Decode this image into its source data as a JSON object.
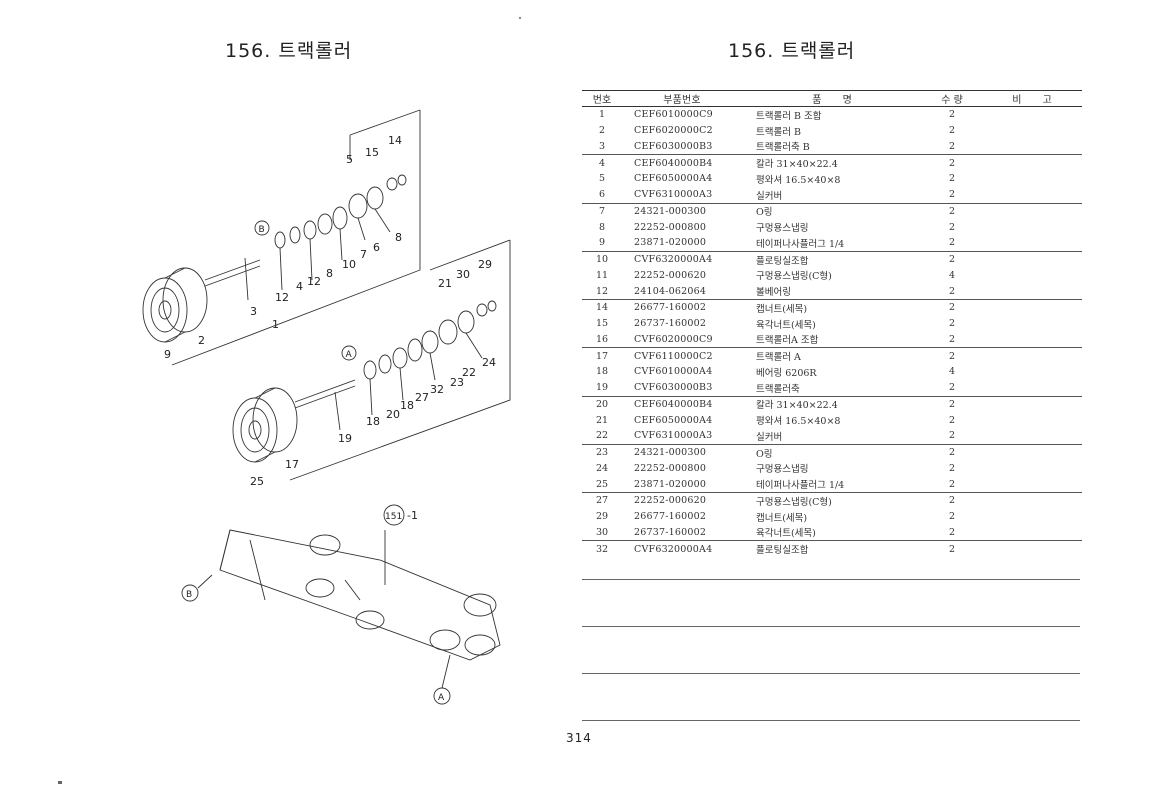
{
  "titles": {
    "left": "156. 트랙롤러",
    "right": "156. 트랙롤러"
  },
  "page_number": "314",
  "diagram": {
    "callouts_upper": [
      "14",
      "15",
      "5",
      "8",
      "6",
      "7",
      "10",
      "8",
      "12",
      "4",
      "12",
      "3",
      "1",
      "2",
      "9"
    ],
    "callouts_lower": [
      "29",
      "30",
      "21",
      "24",
      "22",
      "23",
      "32",
      "27",
      "18",
      "20",
      "18",
      "19",
      "17",
      "25"
    ],
    "circle_b": "B",
    "circle_a": "A",
    "ref_circle": "151",
    "ref_suffix": "-1",
    "frame_b": "B",
    "frame_a": "A"
  },
  "table": {
    "headers": {
      "no": "번호",
      "part_no": "부품번호",
      "name": "품 명",
      "qty": "수 량",
      "note": "비 고"
    },
    "rows": [
      {
        "no": "1",
        "part_no": "CEF6010000C9",
        "name": "트랙롤러 B 조합",
        "qty": "2"
      },
      {
        "no": "2",
        "part_no": "CEF6020000C2",
        "name": "트랙롤러 B",
        "qty": "2"
      },
      {
        "no": "3",
        "part_no": "CEF6030000B3",
        "name": "트랙롤러축 B",
        "qty": "2"
      },
      {
        "no": "4",
        "part_no": "CEF6040000B4",
        "name": "칼라 31×40×22.4",
        "qty": "2"
      },
      {
        "no": "5",
        "part_no": "CEF6050000A4",
        "name": "평와셔 16.5×40×8",
        "qty": "2"
      },
      {
        "no": "6",
        "part_no": "CVF6310000A3",
        "name": "실커버",
        "qty": "2"
      },
      {
        "no": "7",
        "part_no": "24321-000300",
        "name": "O링",
        "qty": "2"
      },
      {
        "no": "8",
        "part_no": "22252-000800",
        "name": "구멍용스냅링",
        "qty": "2"
      },
      {
        "no": "9",
        "part_no": "23871-020000",
        "name": "테이퍼나사플러그 1/4",
        "qty": "2"
      },
      {
        "no": "10",
        "part_no": "CVF6320000A4",
        "name": "플로팅실조합",
        "qty": "2"
      },
      {
        "no": "11",
        "part_no": "22252-000620",
        "name": "구멍용스냅링(C형)",
        "qty": "4"
      },
      {
        "no": "12",
        "part_no": "24104-062064",
        "name": "볼베어링",
        "qty": "2"
      },
      {
        "no": "14",
        "part_no": "26677-160002",
        "name": "캡너트(세목)",
        "qty": "2"
      },
      {
        "no": "15",
        "part_no": "26737-160002",
        "name": "육각너트(세목)",
        "qty": "2"
      },
      {
        "no": "16",
        "part_no": "CVF6020000C9",
        "name": "트랙롤러A 조합",
        "qty": "2"
      },
      {
        "no": "17",
        "part_no": "CVF6110000C2",
        "name": "트랙롤러 A",
        "qty": "2"
      },
      {
        "no": "18",
        "part_no": "CVF6010000A4",
        "name": "베어링 6206R",
        "qty": "4"
      },
      {
        "no": "19",
        "part_no": "CVF6030000B3",
        "name": "트랙롤러축",
        "qty": "2"
      },
      {
        "no": "20",
        "part_no": "CEF6040000B4",
        "name": "칼라 31×40×22.4",
        "qty": "2"
      },
      {
        "no": "21",
        "part_no": "CEF6050000A4",
        "name": "평와셔 16.5×40×8",
        "qty": "2"
      },
      {
        "no": "22",
        "part_no": "CVF6310000A3",
        "name": "실커버",
        "qty": "2"
      },
      {
        "no": "23",
        "part_no": "24321-000300",
        "name": "O링",
        "qty": "2"
      },
      {
        "no": "24",
        "part_no": "22252-000800",
        "name": "구멍용스냅링",
        "qty": "2"
      },
      {
        "no": "25",
        "part_no": "23871-020000",
        "name": "테이퍼나사플러그 1/4",
        "qty": "2"
      },
      {
        "no": "27",
        "part_no": "22252-000620",
        "name": "구멍용스냅링(C형)",
        "qty": "2"
      },
      {
        "no": "29",
        "part_no": "26677-160002",
        "name": "캡너트(세목)",
        "qty": "2"
      },
      {
        "no": "30",
        "part_no": "26737-160002",
        "name": "육각너트(세목)",
        "qty": "2"
      },
      {
        "no": "32",
        "part_no": "CVF6320000A4",
        "name": "플로팅실조합",
        "qty": "2"
      }
    ]
  }
}
